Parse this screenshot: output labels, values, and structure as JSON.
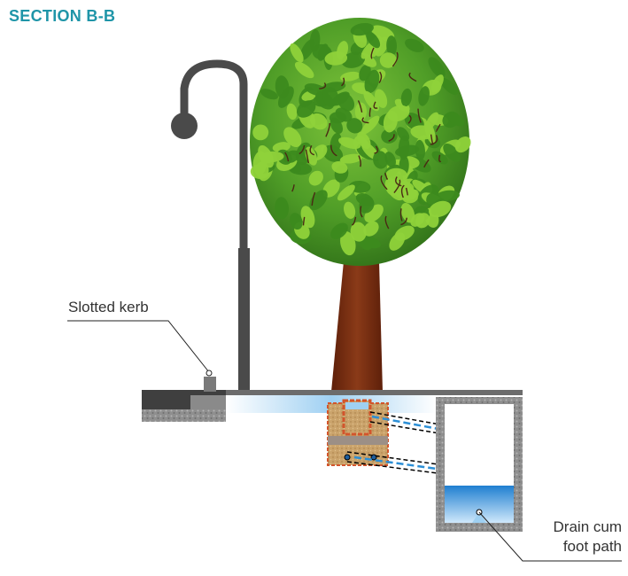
{
  "title": "SECTION B-B",
  "labels": {
    "slotted_kerb": "Slotted kerb",
    "drain_line1": "Drain cum",
    "drain_line2": "foot path"
  },
  "colors": {
    "title": "#1f95a8",
    "pole": "#4a4a4a",
    "trunk": "#7a2e10",
    "leaf_light": "#8fd23a",
    "leaf_dark": "#3c8a1e",
    "water": "#2c8fd6",
    "soil": "#c9a36a",
    "filter_outline": "#d2552c",
    "drain_wall": "#9a9a9a"
  },
  "icons": [
    "street-lamp-icon",
    "tree-icon"
  ]
}
